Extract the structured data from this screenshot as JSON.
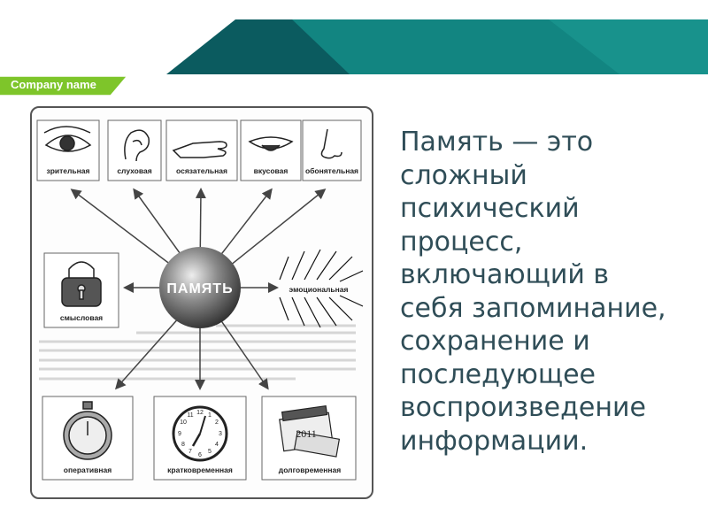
{
  "header": {
    "company_name": "Company name",
    "colors": {
      "teal_dark": "#0b5b5f",
      "teal": "#138a85",
      "green_bar": "#7ec52a"
    }
  },
  "diagram": {
    "center_label": "ПАМЯТЬ",
    "boxes": [
      {
        "label": "зрительная",
        "icon": "eye-icon"
      },
      {
        "label": "слуховая",
        "icon": "ear-icon"
      },
      {
        "label": "осязательная",
        "icon": "hand-icon"
      },
      {
        "label": "вкусовая",
        "icon": "tongue-icon"
      },
      {
        "label": "обонятельная",
        "icon": "nose-icon"
      },
      {
        "label": "смысловая",
        "icon": "padlock-icon"
      },
      {
        "label": "эмоциональная",
        "icon": "starburst-icon"
      },
      {
        "label": "оперативная",
        "icon": "stopwatch-icon"
      },
      {
        "label": "кратковременная",
        "icon": "clock-icon"
      },
      {
        "label": "долговременная",
        "icon": "calendar-icon"
      }
    ],
    "calendar_year": "2011",
    "clock_numbers": [
      "12",
      "1",
      "2",
      "3",
      "4",
      "5",
      "6",
      "7",
      "8",
      "9",
      "10",
      "11"
    ]
  },
  "main_text": {
    "lines": [
      "Память — это",
      "сложный",
      "психический",
      "процесс,",
      "включающий в",
      "себя запоминание,",
      "сохранение и",
      "последующее",
      "воспроизведение",
      "информации."
    ],
    "color": "#2f4d57"
  }
}
